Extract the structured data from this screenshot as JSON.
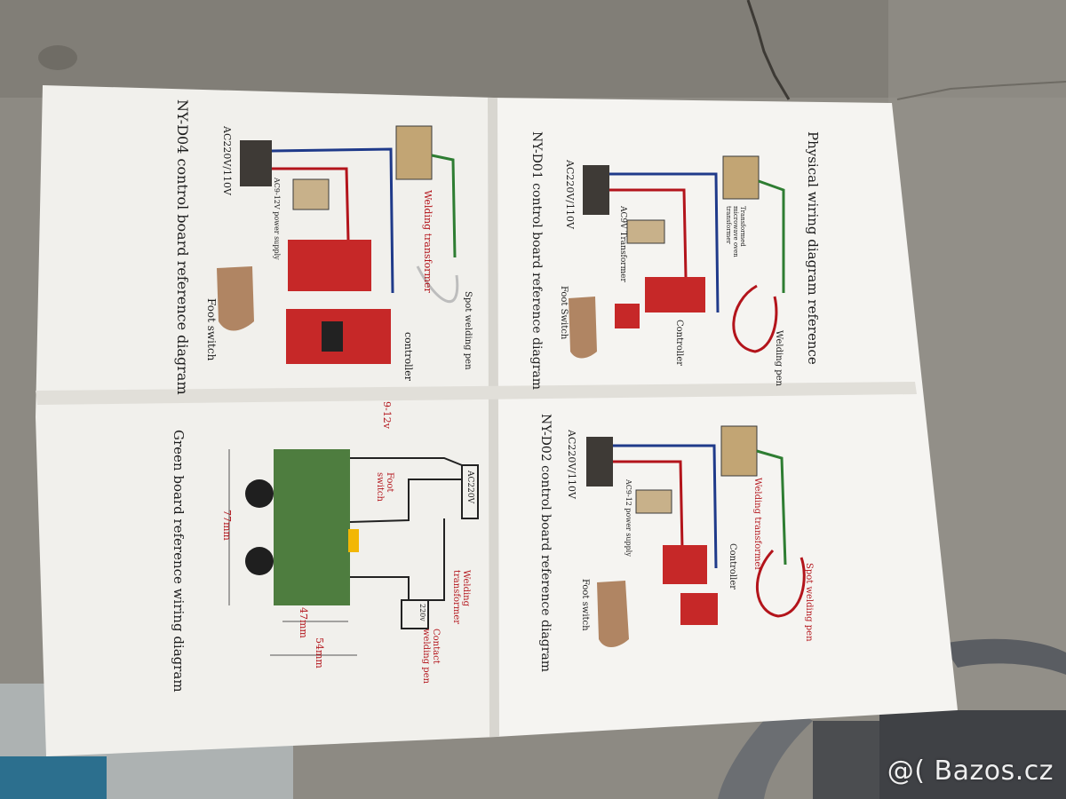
{
  "colors": {
    "floor": "#8d8a83",
    "paper": "#f2f1ee",
    "wire_blue": "#1f3a8a",
    "wire_red": "#b3141b",
    "wire_green": "#2e7d32",
    "board_red": "#c62828",
    "board_green": "#4e7d3f",
    "pedal": "#b08563"
  },
  "sheet": {
    "d04": {
      "title": "NY-D04 control board reference diagram",
      "ac_input": "AC220V/110V",
      "supply": "AC9-12V power supply",
      "transformer": "Welding transformer",
      "controller": "controller",
      "foot_switch": "Foot switch",
      "pen": "Spot welding pen"
    },
    "d01": {
      "title": "NY-D01 control board reference diagram",
      "ac_input": "AC220V/110V",
      "supply": "AC9V Transformer",
      "transformer": "Transformed microwave oven transformer",
      "controller": "Controller",
      "foot_switch": "Foot Switch",
      "pen": "Welding pen",
      "heading": "Physical wiring diagram reference"
    },
    "green": {
      "title": "Green board reference wiring diagram",
      "dim_a": "77mm",
      "dim_b": "47mm",
      "dim_c": "54mm",
      "voltage": "9-12v",
      "foot_switch": "Foot switch",
      "ac_box": "AC220V",
      "transformer": "Welding transformer",
      "out_box": "220v",
      "pen": "Contact welding pen"
    },
    "d02": {
      "title": "NY-D02 control board reference diagram",
      "ac_input": "AC220V/110V",
      "supply": "AC9-12 power supply",
      "transformer": "Welding transformer",
      "controller": "Controller",
      "foot_switch": "Foot switch",
      "pen": "Spot welding pen"
    }
  },
  "watermark": "@( Bazos.cz"
}
